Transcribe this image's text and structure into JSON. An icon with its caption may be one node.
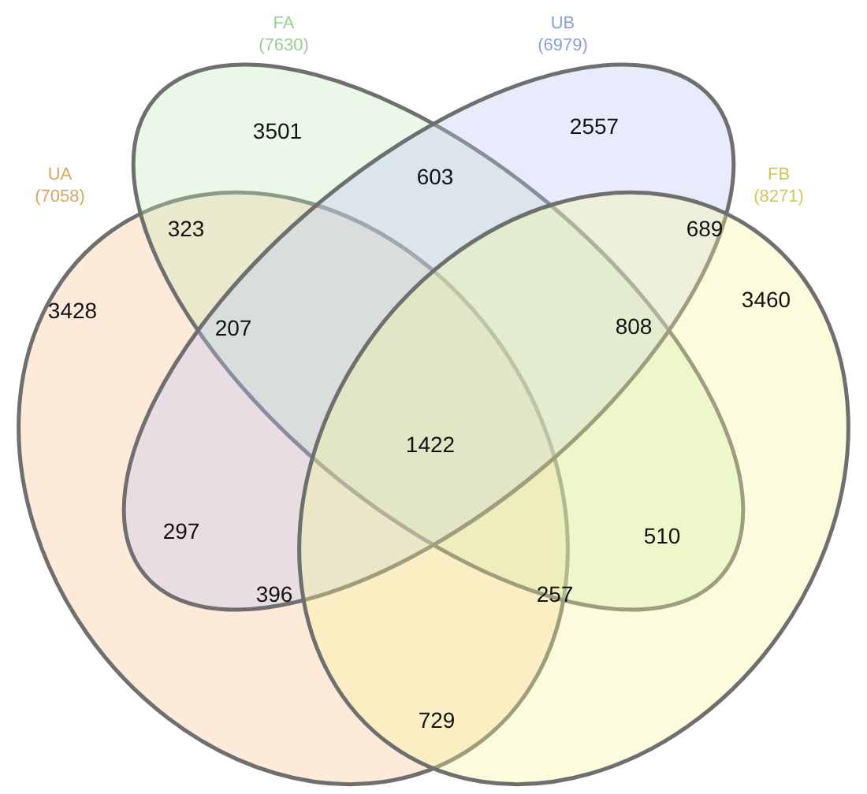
{
  "diagram": {
    "nodes": [
      {
        "text": [
          "UA",
          "(7058)"
        ]
      },
      {
        "text": [
          "FA",
          "(7630)"
        ]
      },
      {
        "text": [
          "UB",
          "(6979)"
        ]
      },
      {
        "text": [
          "FB",
          "(8271)"
        ]
      }
    ],
    "labels": [
      "3501",
      "2557",
      "603",
      "323",
      "689",
      "3428",
      "3460",
      "207",
      "808",
      "1422",
      "297",
      "510",
      "396",
      "257",
      "729"
    ]
  }
}
